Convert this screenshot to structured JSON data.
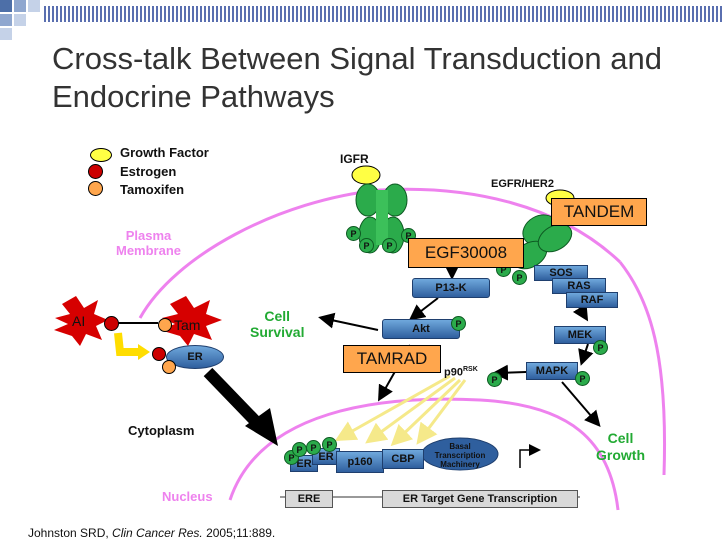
{
  "title": "Cross-talk Between Signal Transduction and Endocrine Pathways",
  "legend": {
    "growth_factor": "Growth Factor",
    "estrogen": "Estrogen",
    "tamoxifen": "Tamoxifen"
  },
  "regions": {
    "plasma_membrane": "Plasma\nMembrane",
    "cytoplasm": "Cytoplasm",
    "nucleus": "Nucleus"
  },
  "receptors": {
    "igfr": "IGFR",
    "egfr": "EGFR/HER2"
  },
  "drugs": {
    "tandem": "TANDEM",
    "egf30008": "EGF30008",
    "tamrad": "TAMRAD"
  },
  "nodes": {
    "pi3k": "P13-K",
    "akt": "Akt",
    "sos": "SOS",
    "ras": "RAS",
    "raf": "RAF",
    "mek": "MEK",
    "mapk": "MAPK",
    "p90": "p90",
    "p90_sup": "RSK",
    "ai": "AI",
    "tam": "Tam",
    "er": "ER",
    "p160": "p160",
    "cbp": "CBP",
    "basal": "Basal\nTranscription\nMachinery",
    "ere": "ERE",
    "target": "ER Target Gene Transcription",
    "p": "P"
  },
  "outcomes": {
    "survival": "Cell\nSurvival",
    "growth": "Cell\nGrowth"
  },
  "citation": {
    "authors": "Johnston SRD, ",
    "journal": "Clin Cancer Res.",
    "rest": " 2005;11:889."
  },
  "colors": {
    "green": "#2bab4b",
    "pink": "#ee82ee",
    "orange": "#ffa64d",
    "blue": "#2f5f9e",
    "yellow": "#ffff00",
    "red": "#cc0000"
  }
}
